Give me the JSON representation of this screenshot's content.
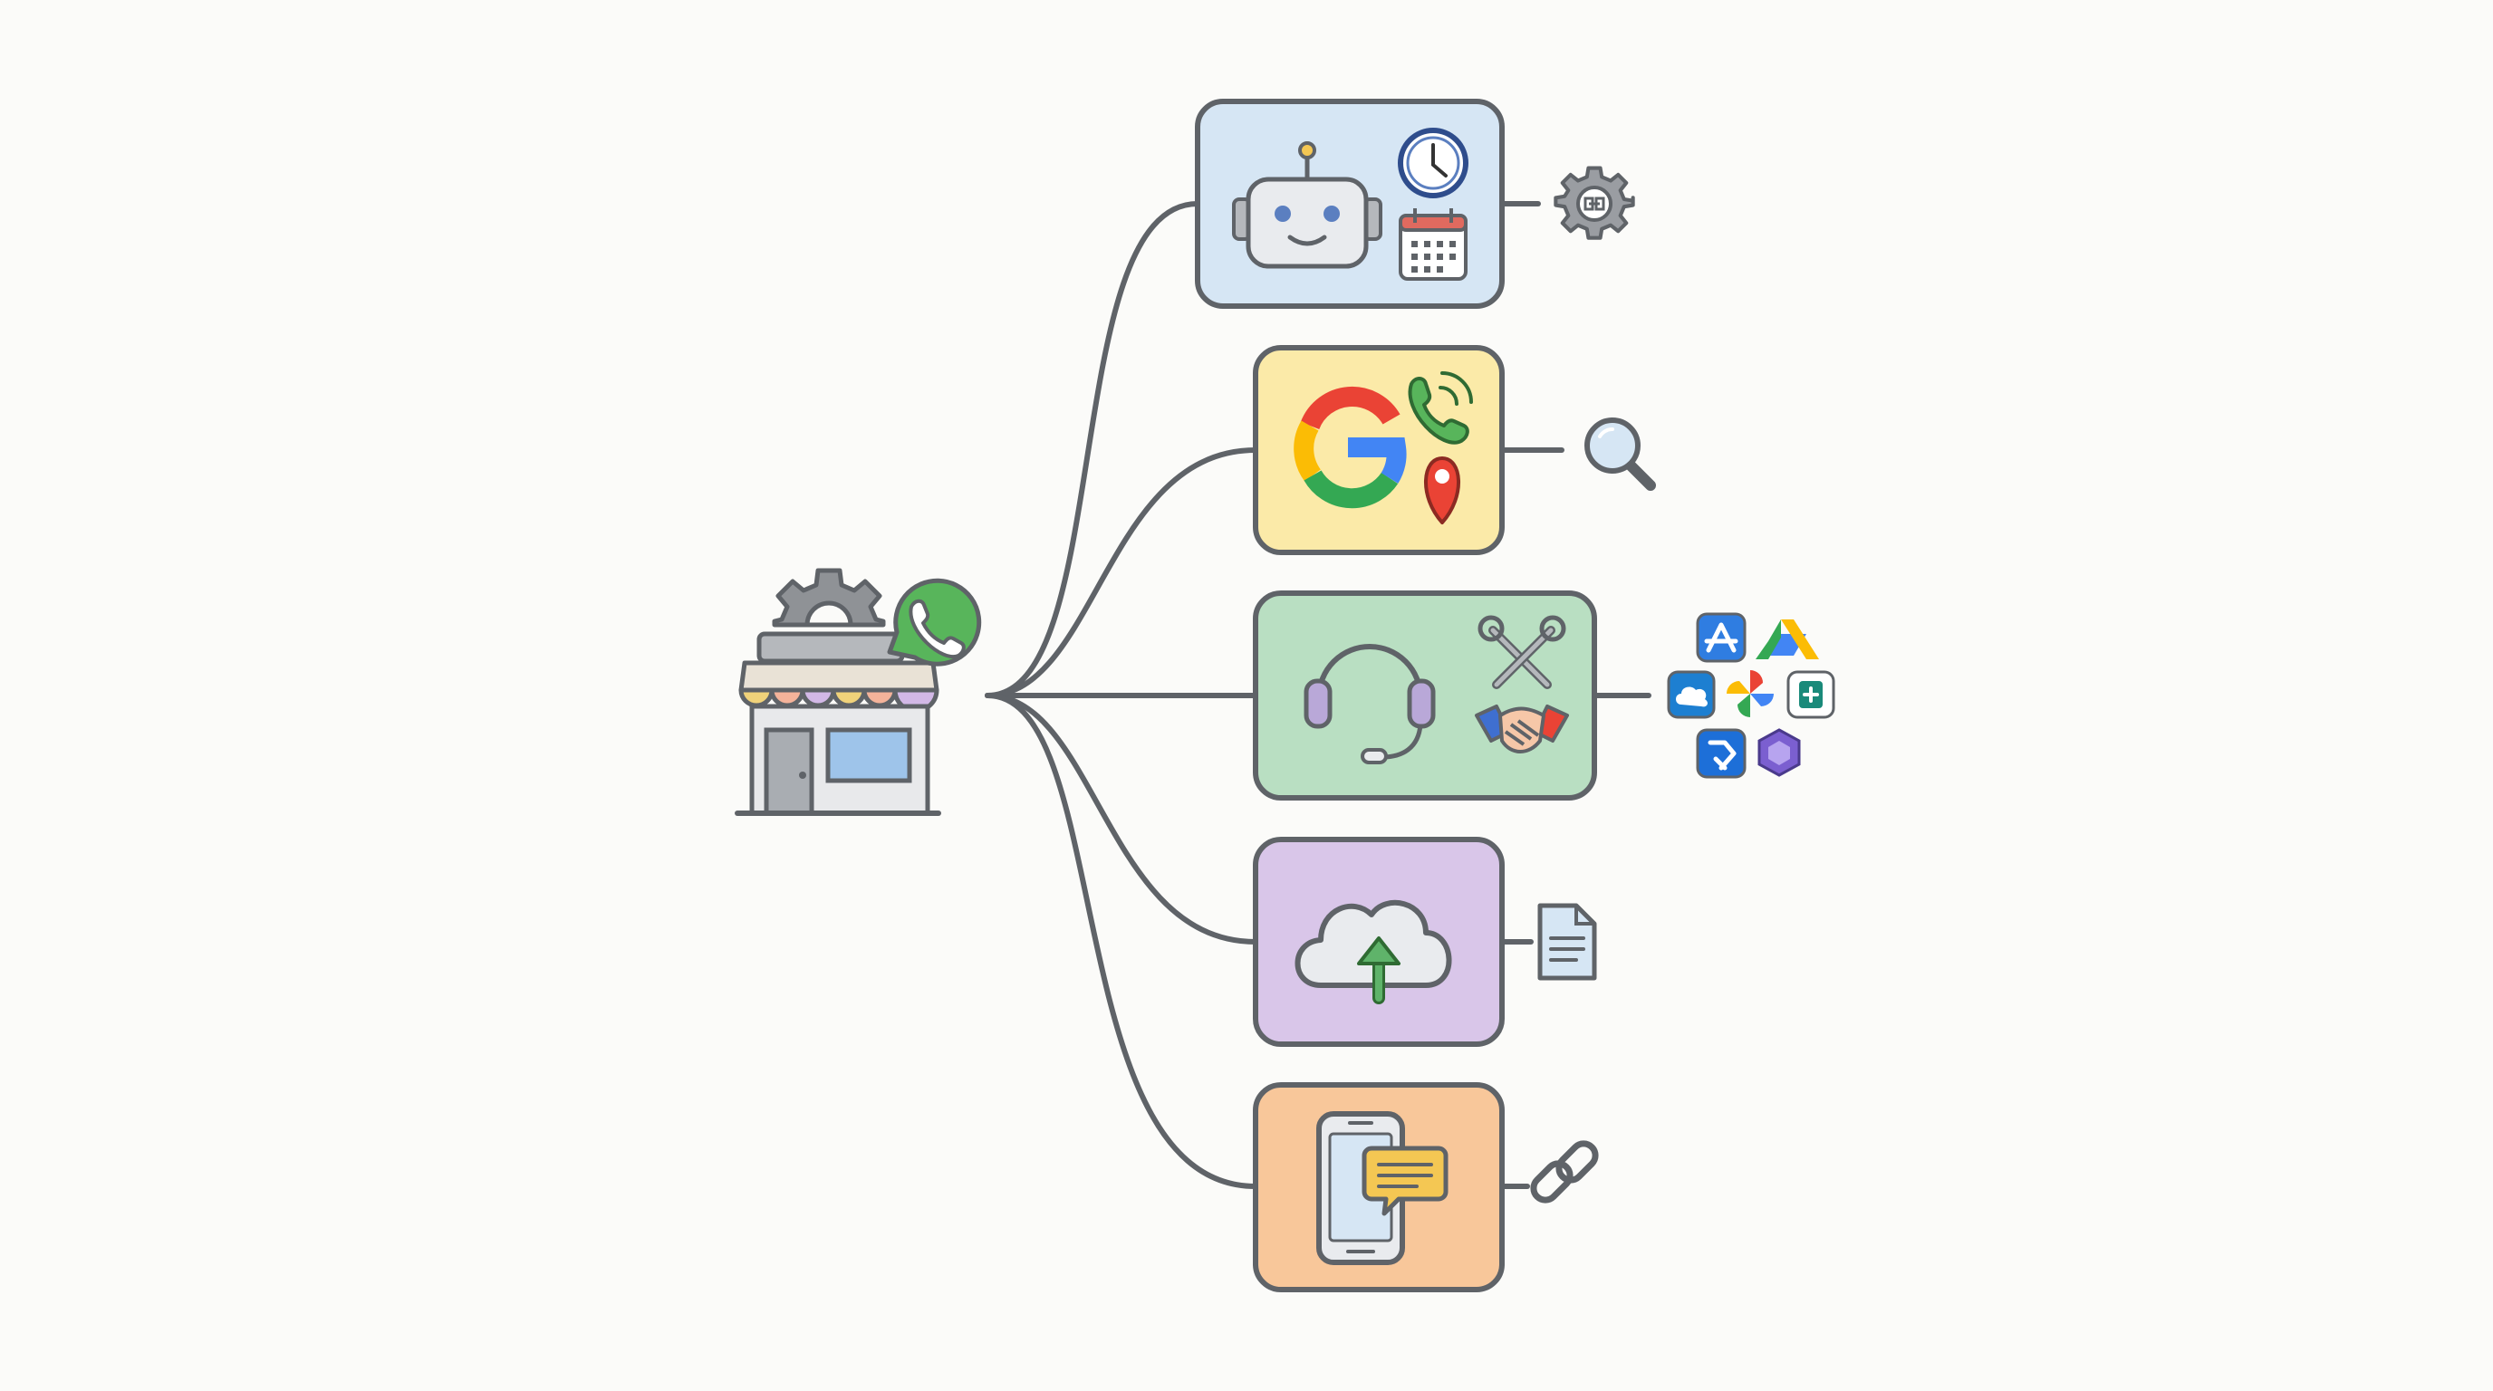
{
  "diagram": {
    "palette": {
      "stroke": "#5f6368",
      "background": "#fbfbf9",
      "automation_fill": "#d6e6f4",
      "search_fill": "#fbeaa8",
      "support_fill": "#b9dfc2",
      "upload_fill": "#d9c6e9",
      "messaging_fill": "#f8c79a",
      "google_blue": "#4285f4",
      "google_red": "#ea4335",
      "google_yellow": "#fbbc05",
      "google_green": "#34a853",
      "whatsapp_green": "#58b55b"
    },
    "hub": {
      "icons": [
        "storefront-icon",
        "gear-icon",
        "whatsapp-icon"
      ]
    },
    "branches": [
      {
        "id": "automation",
        "icons": [
          "robot-icon",
          "clock-icon",
          "calendar-icon"
        ],
        "satellite": [
          "settings-gear-icon"
        ]
      },
      {
        "id": "search",
        "icons": [
          "google-g-icon",
          "phone-call-icon",
          "map-pin-icon"
        ],
        "satellite": [
          "magnifier-icon"
        ]
      },
      {
        "id": "support",
        "icons": [
          "headset-icon",
          "tools-icon",
          "handshake-icon"
        ],
        "satellite": [
          "app-store-icon",
          "google-drive-icon",
          "salesforce-cloud-icon",
          "google-photos-icon",
          "plus-app-icon",
          "jira-icon",
          "hexagon-app-icon"
        ]
      },
      {
        "id": "upload",
        "icons": [
          "cloud-upload-icon"
        ],
        "satellite": [
          "document-icon"
        ]
      },
      {
        "id": "messaging",
        "icons": [
          "smartphone-icon",
          "chat-bubble-icon"
        ],
        "satellite": [
          "link-icon"
        ]
      }
    ]
  }
}
